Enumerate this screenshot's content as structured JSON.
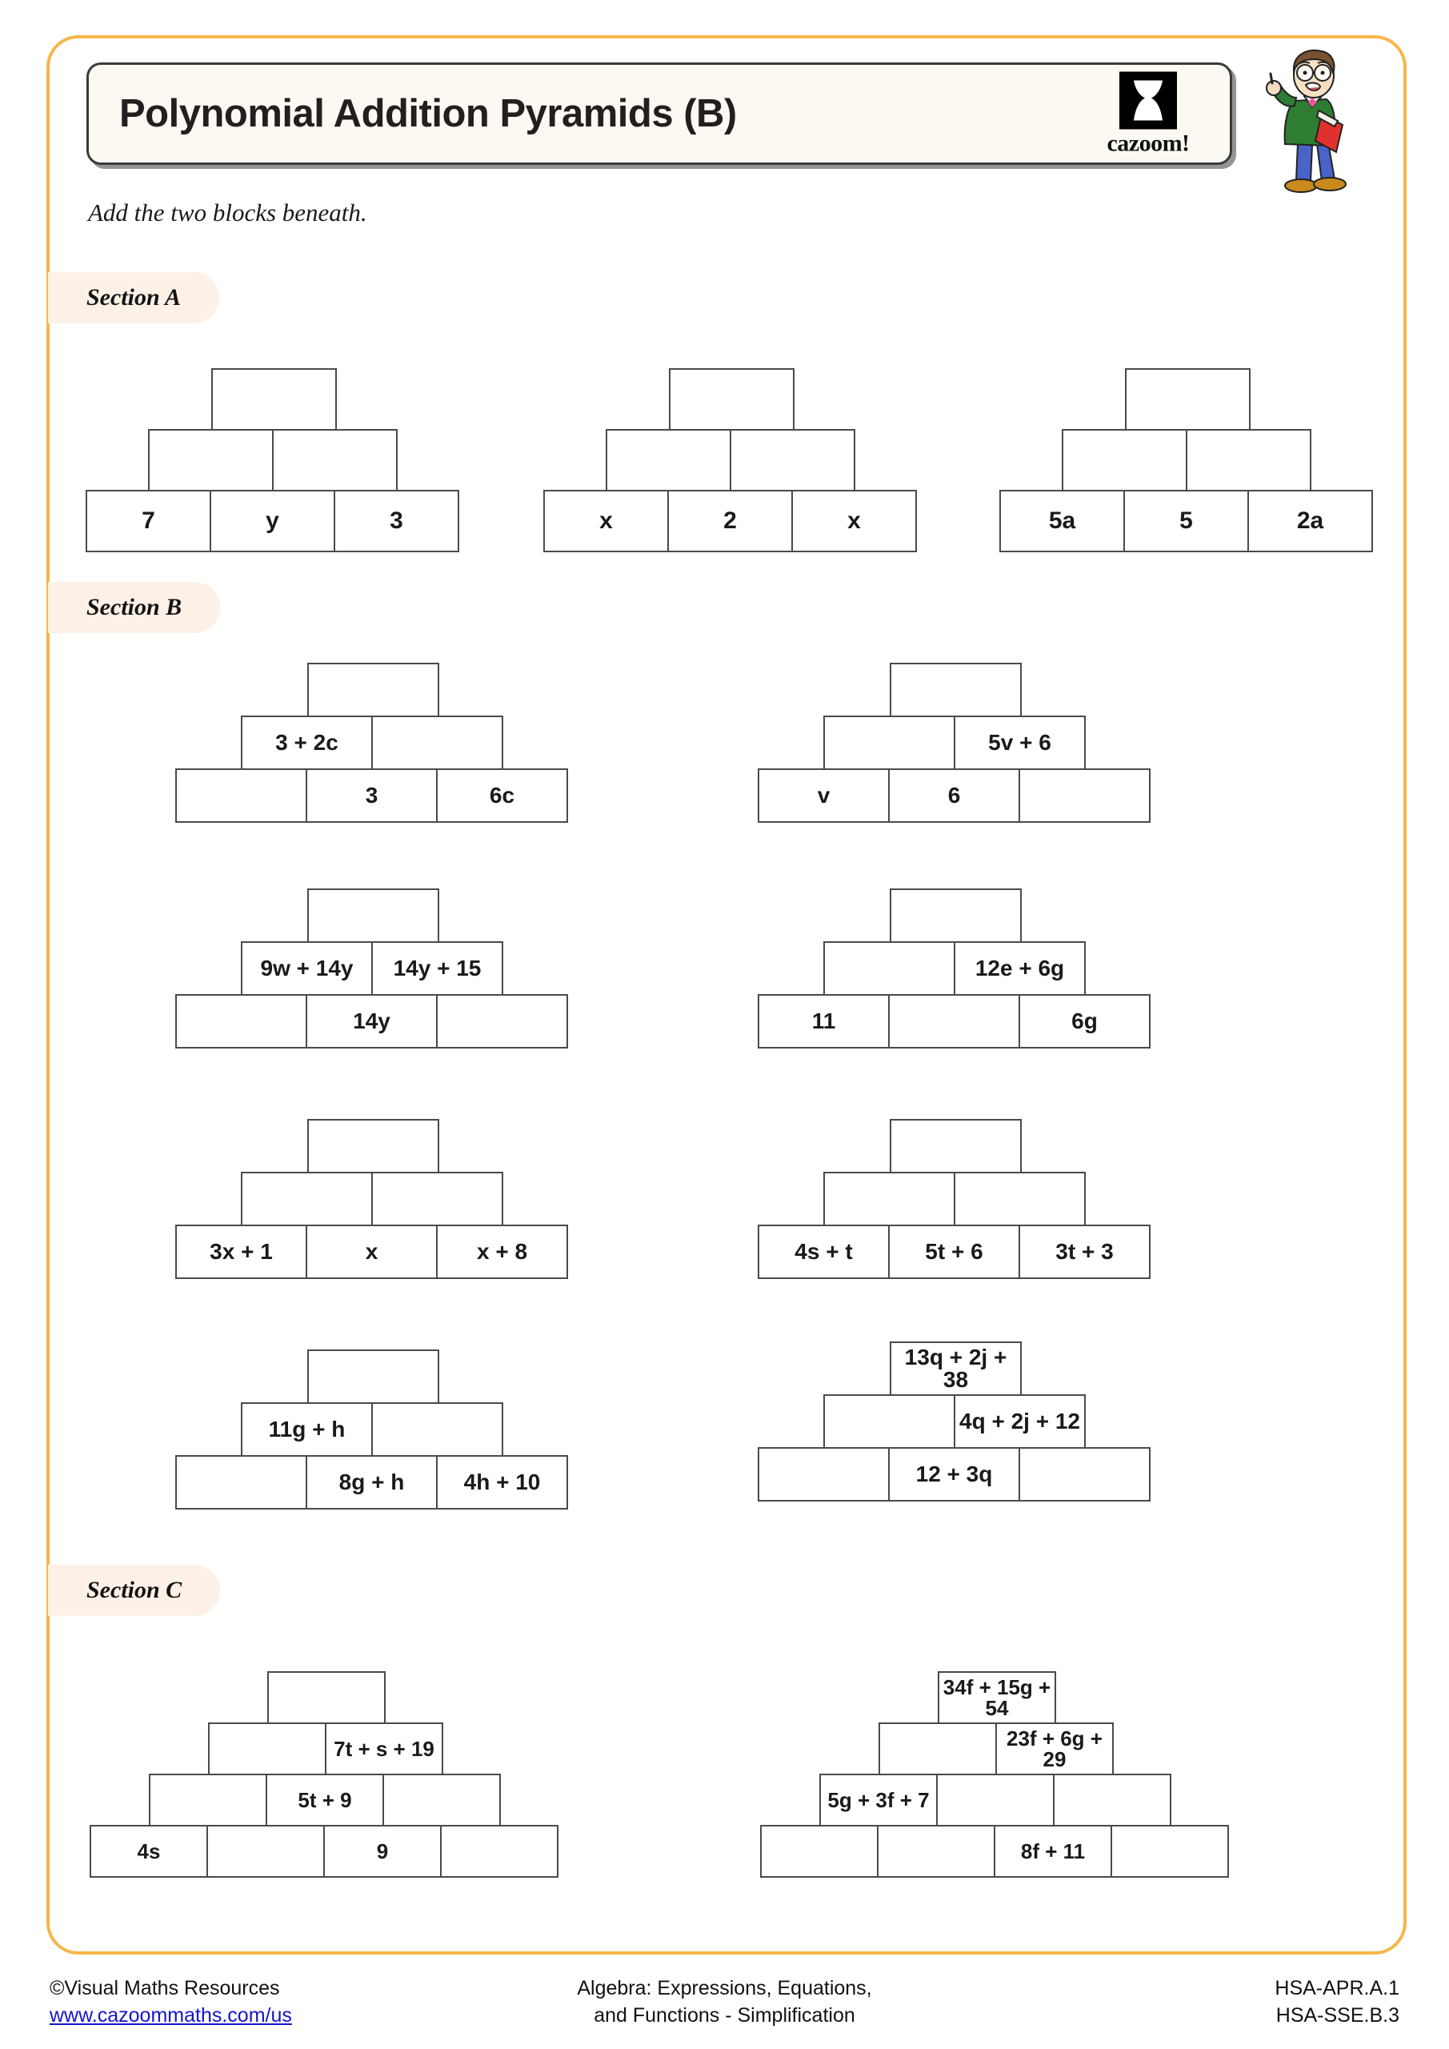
{
  "header": {
    "title": "Polynomial Addition Pyramids (B)",
    "logo_word": "cazoom!",
    "logo_icon": "cazoom-hourglass-icon",
    "mascot_icon": "teacher-mascot-icon"
  },
  "instruction": "Add the two blocks beneath.",
  "sections": [
    {
      "id": "A",
      "label": "Section A"
    },
    {
      "id": "B",
      "label": "Section B"
    },
    {
      "id": "C",
      "label": "Section C"
    }
  ],
  "pyramids": {
    "a1": {
      "rows": [
        [
          ""
        ],
        [
          "",
          ""
        ],
        [
          "7",
          "y",
          "3"
        ]
      ]
    },
    "a2": {
      "rows": [
        [
          ""
        ],
        [
          "",
          ""
        ],
        [
          "x",
          "2",
          "x"
        ]
      ]
    },
    "a3": {
      "rows": [
        [
          ""
        ],
        [
          "",
          ""
        ],
        [
          "5a",
          "5",
          "2a"
        ]
      ]
    },
    "b1": {
      "rows": [
        [
          ""
        ],
        [
          "3 + 2c",
          ""
        ],
        [
          "",
          "3",
          "6c"
        ]
      ]
    },
    "b2": {
      "rows": [
        [
          ""
        ],
        [
          "",
          "5v + 6"
        ],
        [
          "v",
          "6",
          ""
        ]
      ]
    },
    "b3": {
      "rows": [
        [
          ""
        ],
        [
          "9w + 14y",
          "14y + 15"
        ],
        [
          "",
          "14y",
          ""
        ]
      ]
    },
    "b4": {
      "rows": [
        [
          ""
        ],
        [
          "",
          "12e + 6g"
        ],
        [
          "11",
          "",
          "6g"
        ]
      ]
    },
    "b5": {
      "rows": [
        [
          ""
        ],
        [
          "",
          ""
        ],
        [
          "3x + 1",
          "x",
          "x + 8"
        ]
      ]
    },
    "b6": {
      "rows": [
        [
          ""
        ],
        [
          "",
          ""
        ],
        [
          "4s + t",
          "5t + 6",
          "3t + 3"
        ]
      ]
    },
    "b7": {
      "rows": [
        [
          ""
        ],
        [
          "11g + h",
          ""
        ],
        [
          "",
          "8g + h",
          "4h + 10"
        ]
      ]
    },
    "b8": {
      "rows": [
        [
          "13q + 2j + 38"
        ],
        [
          "",
          "4q + 2j + 12"
        ],
        [
          "",
          "12 + 3q",
          ""
        ]
      ]
    },
    "c1": {
      "rows": [
        [
          ""
        ],
        [
          "",
          "7t + s + 19"
        ],
        [
          "",
          "5t + 9",
          ""
        ],
        [
          "4s",
          "",
          "9",
          ""
        ]
      ]
    },
    "c2": {
      "rows": [
        [
          "34f + 15g + 54"
        ],
        [
          "",
          "23f + 6g + 29"
        ],
        [
          "5g + 3f + 7",
          "",
          ""
        ],
        [
          "",
          "",
          "8f + 11",
          ""
        ]
      ]
    }
  },
  "footer": {
    "copyright": "©Visual Maths Resources",
    "website": "www.cazoommaths.com/us",
    "subject_line1": "Algebra: Expressions, Equations,",
    "subject_line2": "and Functions - Simplification",
    "standard1": "HSA-APR.A.1",
    "standard2": "HSA-SSE.B.3"
  },
  "colors": {
    "frame": "#f6b64a",
    "pill": "#fdf0e7",
    "title_bg": "#fbf9f1",
    "link": "#1414cc"
  }
}
